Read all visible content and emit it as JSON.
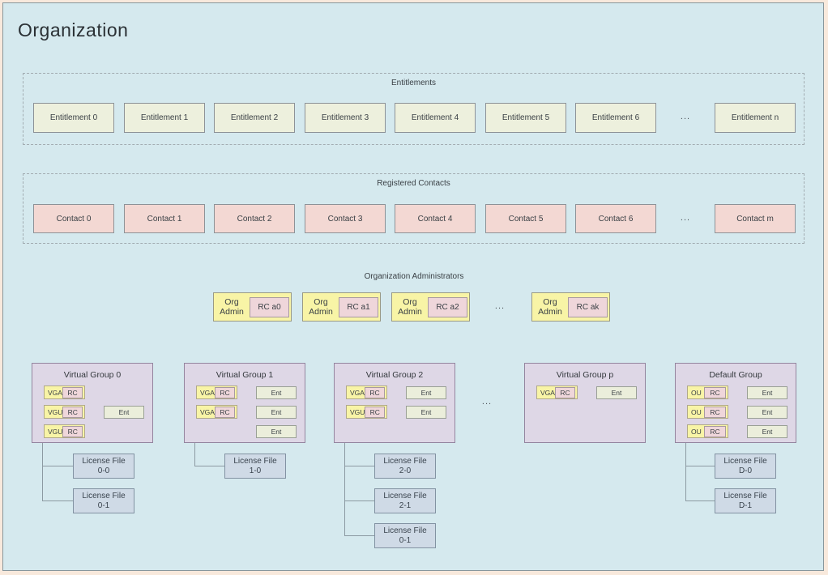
{
  "title": "Organization",
  "entitlements": {
    "label": "Entitlements",
    "items": [
      "Entitlement 0",
      "Entitlement 1",
      "Entitlement 2",
      "Entitlement 3",
      "Entitlement 4",
      "Entitlement 5",
      "Entitlement 6"
    ],
    "ellipsis": "...",
    "last": "Entitlement n"
  },
  "contacts": {
    "label": "Registered Contacts",
    "items": [
      "Contact 0",
      "Contact 1",
      "Contact 2",
      "Contact 3",
      "Contact 4",
      "Contact 5",
      "Contact 6"
    ],
    "ellipsis": "...",
    "last": "Contact m"
  },
  "admins": {
    "label": "Organization Administrators",
    "org_line1": "Org",
    "org_line2": "Admin",
    "items": [
      {
        "rc": "RC a0"
      },
      {
        "rc": "RC a1"
      },
      {
        "rc": "RC a2"
      }
    ],
    "ellipsis": "...",
    "last": {
      "rc": "RC ak"
    }
  },
  "groups": {
    "ellipsis": "...",
    "items": [
      {
        "title": "Virtual Group 0",
        "members": [
          {
            "label": "VGA",
            "rc": "RC"
          },
          {
            "label": "VGU",
            "rc": "RC"
          },
          {
            "label": "VGU",
            "rc": "RC"
          }
        ],
        "ents": [
          "Ent"
        ],
        "licenses": [
          {
            "line1": "License File",
            "line2": "0-0"
          },
          {
            "line1": "License File",
            "line2": "0-1"
          }
        ]
      },
      {
        "title": "Virtual Group 1",
        "members": [
          {
            "label": "VGA",
            "rc": "RC"
          },
          {
            "label": "VGA",
            "rc": "RC"
          }
        ],
        "ents": [
          "Ent",
          "Ent",
          "Ent"
        ],
        "licenses": [
          {
            "line1": "License File",
            "line2": "1-0"
          }
        ]
      },
      {
        "title": "Virtual Group 2",
        "members": [
          {
            "label": "VGA",
            "rc": "RC"
          },
          {
            "label": "VGU",
            "rc": "RC"
          }
        ],
        "ents": [
          "Ent",
          "Ent"
        ],
        "licenses": [
          {
            "line1": "License File",
            "line2": "2-0"
          },
          {
            "line1": "License File",
            "line2": "2-1"
          },
          {
            "line1": "License File",
            "line2": "0-1"
          }
        ]
      },
      {
        "title": "Virtual Group p",
        "members": [
          {
            "label": "VGA",
            "rc": "RC"
          }
        ],
        "ents": [
          "Ent"
        ],
        "licenses": []
      },
      {
        "title": "Default Group",
        "members": [
          {
            "label": "OU",
            "rc": "RC"
          },
          {
            "label": "OU",
            "rc": "RC"
          },
          {
            "label": "OU",
            "rc": "RC"
          }
        ],
        "ents": [
          "Ent",
          "Ent",
          "Ent"
        ],
        "licenses": [
          {
            "line1": "License File",
            "line2": "D-0"
          },
          {
            "line1": "License File",
            "line2": "D-1"
          }
        ]
      }
    ]
  },
  "colors": {
    "frame_bg": "#f8e9dc",
    "canvas_bg": "#d5e9ee",
    "entitlement_fill": "#edf0dd",
    "contact_fill": "#f3d8d3",
    "admin_fill": "#f8f4a6",
    "rc_fill": "#efd6da",
    "group_fill": "#ded7e6",
    "ent_chip_fill": "#ebeedb",
    "license_fill": "#cfdae6"
  }
}
